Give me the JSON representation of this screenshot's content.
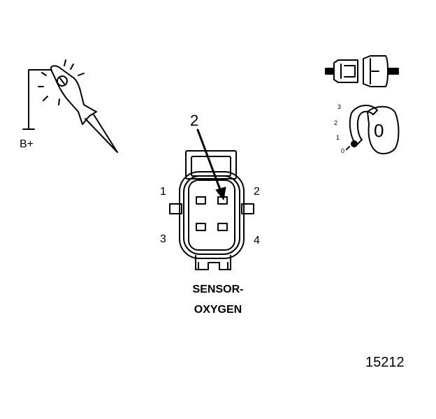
{
  "probe": {
    "label": "B+"
  },
  "connector": {
    "callout_number": "2",
    "pin_labels": [
      "1",
      "2",
      "3",
      "4"
    ],
    "name_line1": "SENSOR-",
    "name_line2": "OXYGEN"
  },
  "key_switch": {
    "positions": [
      "3",
      "2",
      "1",
      "0"
    ],
    "key_label": "0"
  },
  "figure_number": "15212"
}
